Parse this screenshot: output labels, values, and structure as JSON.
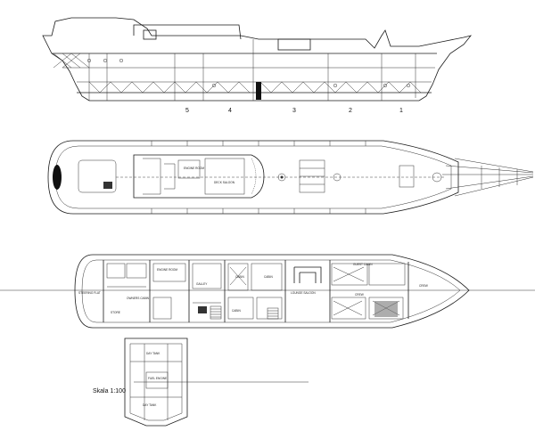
{
  "profile": {
    "compartment_numbers": [
      "5",
      "4",
      "3",
      "2",
      "1"
    ]
  },
  "deck_plan": {
    "labels": [
      "ENGINE ROOM",
      "DECK SALOON"
    ]
  },
  "interior_plan": {
    "labels": [
      "STEERING FLAT",
      "ENGINE ROOM",
      "OWNERS CABIN",
      "GALLEY",
      "STORE",
      "CABIN",
      "CABIN",
      "CABIN",
      "LOUNGE SALOON",
      "GUEST CABIN",
      "CREW",
      "CREW"
    ]
  },
  "section": {
    "labels": [
      "DAY TANK",
      "FUEL ENGINE",
      "DAY TANK"
    ]
  },
  "scale_label": "Skala 1:100"
}
